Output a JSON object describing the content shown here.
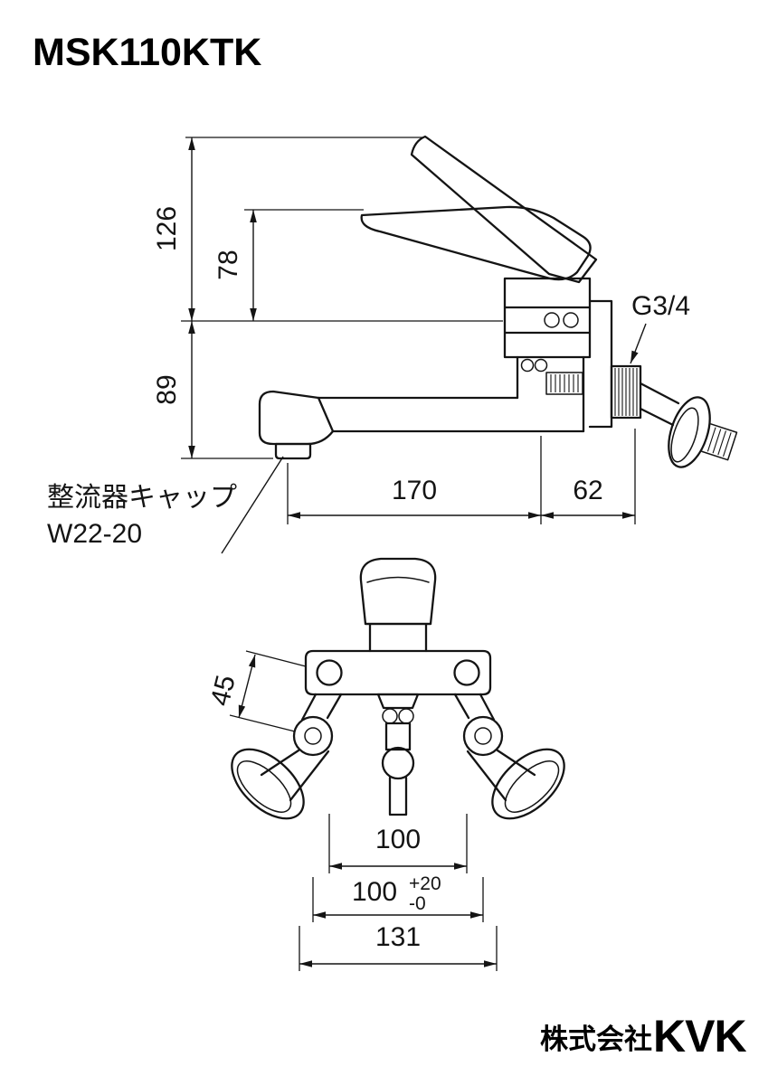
{
  "title": "MSK110KTK",
  "side_view": {
    "dim_126": "126",
    "dim_78": "78",
    "dim_89": "89",
    "dim_170": "170",
    "dim_62": "62",
    "thread_label": "G3/4",
    "cap_label_line1": "整流器キャップ",
    "cap_label_line2": "W22-20"
  },
  "bottom_view": {
    "dim_45": "45",
    "dim_100_top": "100",
    "dim_100_base": "100",
    "dim_100_tol_plus": "+20",
    "dim_100_tol_minus": "-0",
    "dim_131": "131"
  },
  "footer": {
    "company_prefix": "株式会社",
    "brand": "KVK"
  },
  "colors": {
    "line": "#141414",
    "background": "#ffffff"
  }
}
